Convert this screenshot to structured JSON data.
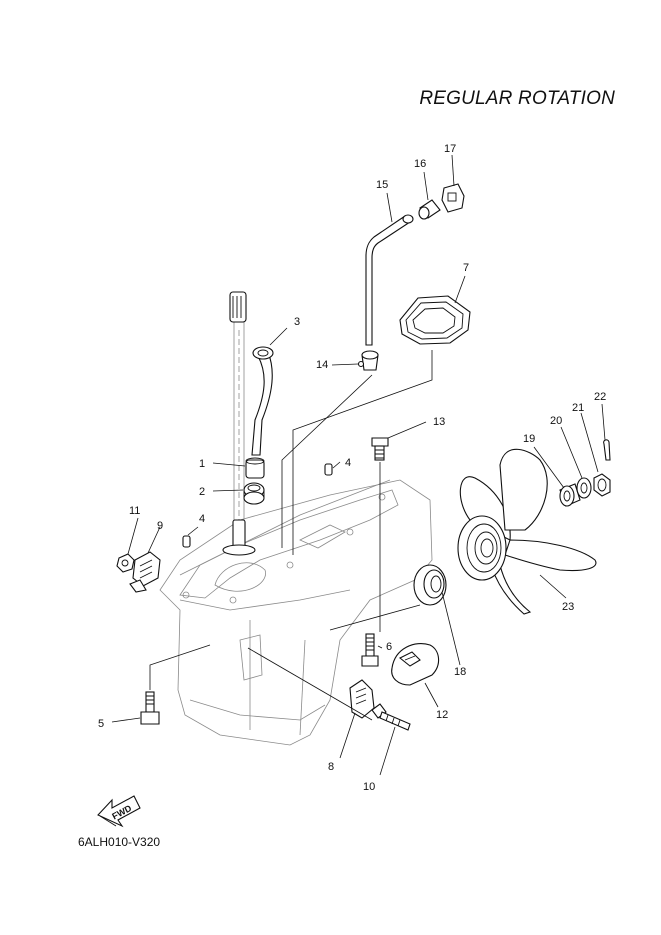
{
  "title": "REGULAR ROTATION",
  "diagram_code": "6ALH010-V320",
  "fwd_label": "FWD",
  "callouts": [
    "1",
    "2",
    "3",
    "4",
    "4",
    "5",
    "6",
    "7",
    "8",
    "9",
    "10",
    "11",
    "12",
    "13",
    "14",
    "15",
    "16",
    "17",
    "18",
    "19",
    "20",
    "21",
    "22",
    "23"
  ]
}
